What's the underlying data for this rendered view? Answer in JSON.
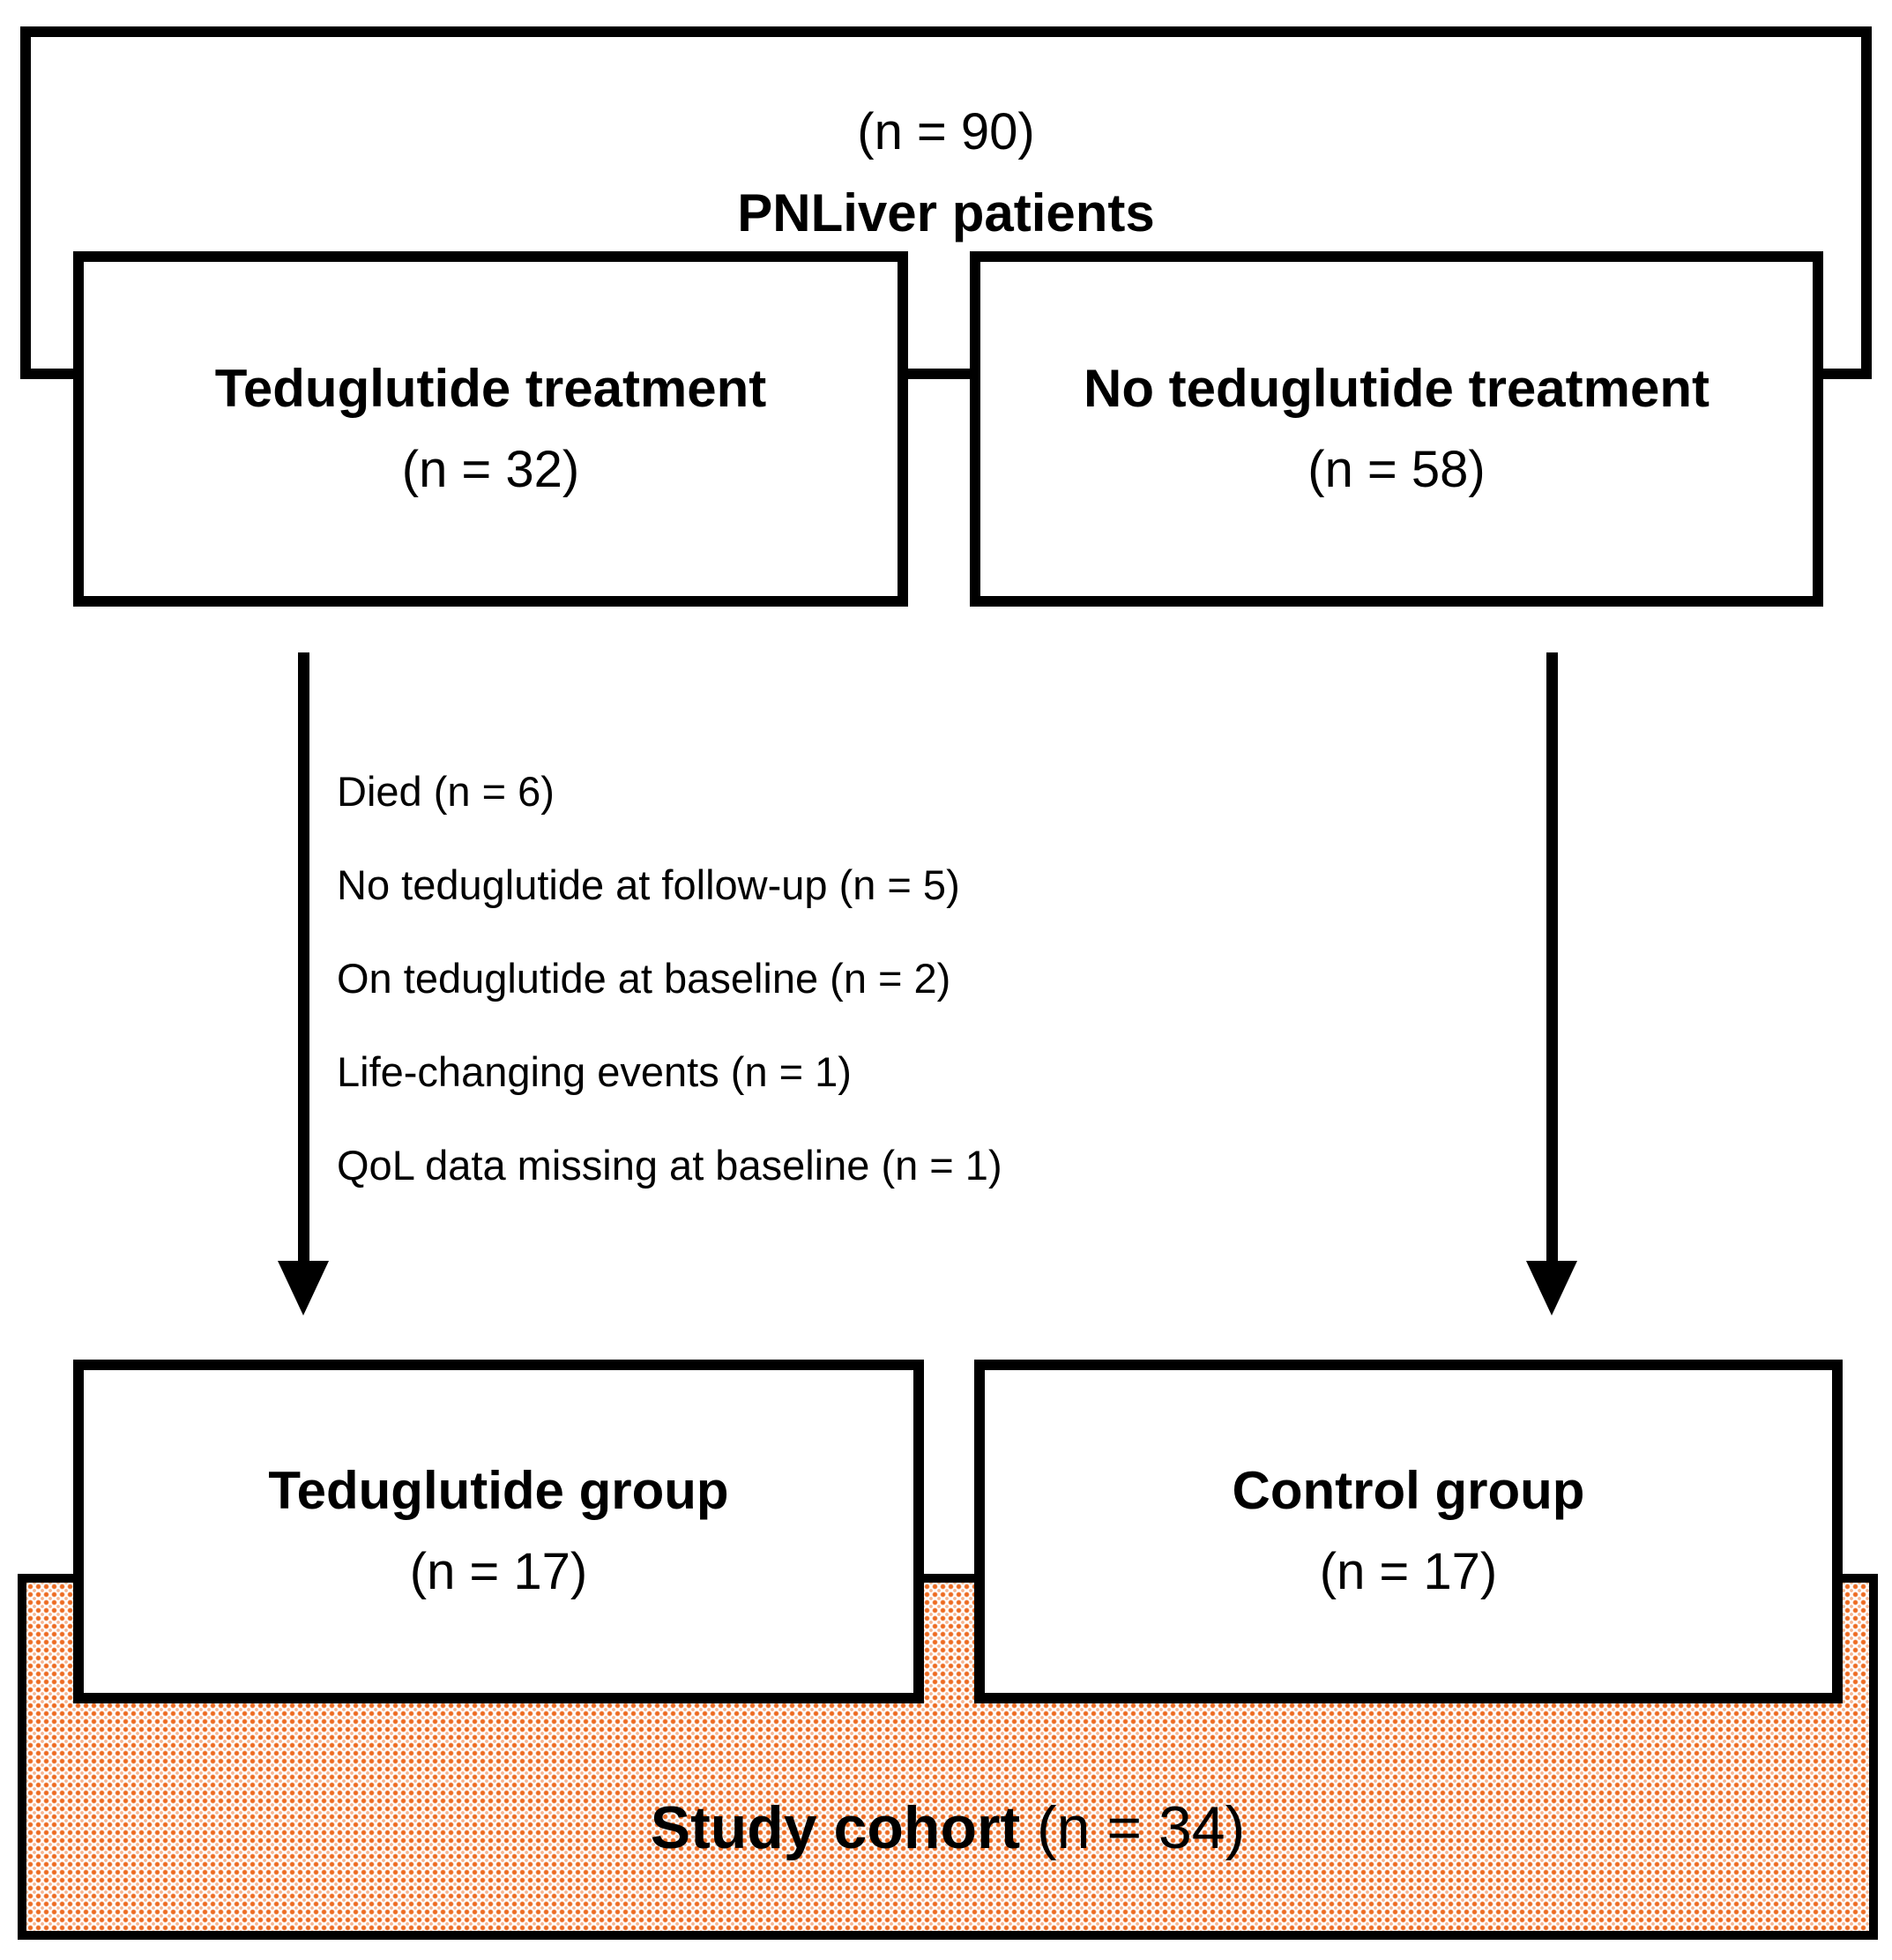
{
  "figure": {
    "top_box": {
      "line1": "(n = 90)",
      "line2": "PNLiver patients"
    },
    "branch_left": {
      "line1": "Teduglutide treatment",
      "line2": "(n = 32)"
    },
    "branch_right": {
      "line1": "No teduglutide treatment",
      "line2": "(n = 58)"
    },
    "exclusions": [
      "Died (n = 6)",
      "No teduglutide at follow-up (n = 5)",
      "On teduglutide at baseline (n = 2)",
      "Life-changing events (n = 1)",
      "QoL data missing at baseline (n = 1)"
    ],
    "result_left": {
      "line1": "Teduglutide group",
      "line2": "(n = 17)"
    },
    "result_right": {
      "line1": "Control group",
      "line2": "(n = 17)"
    },
    "cohort": {
      "bold": "Study cohort",
      "rest": " (n = 34)"
    },
    "colors": {
      "line": "#000000",
      "background": "#ffffff",
      "dot_fill": "#ED6B21"
    }
  }
}
